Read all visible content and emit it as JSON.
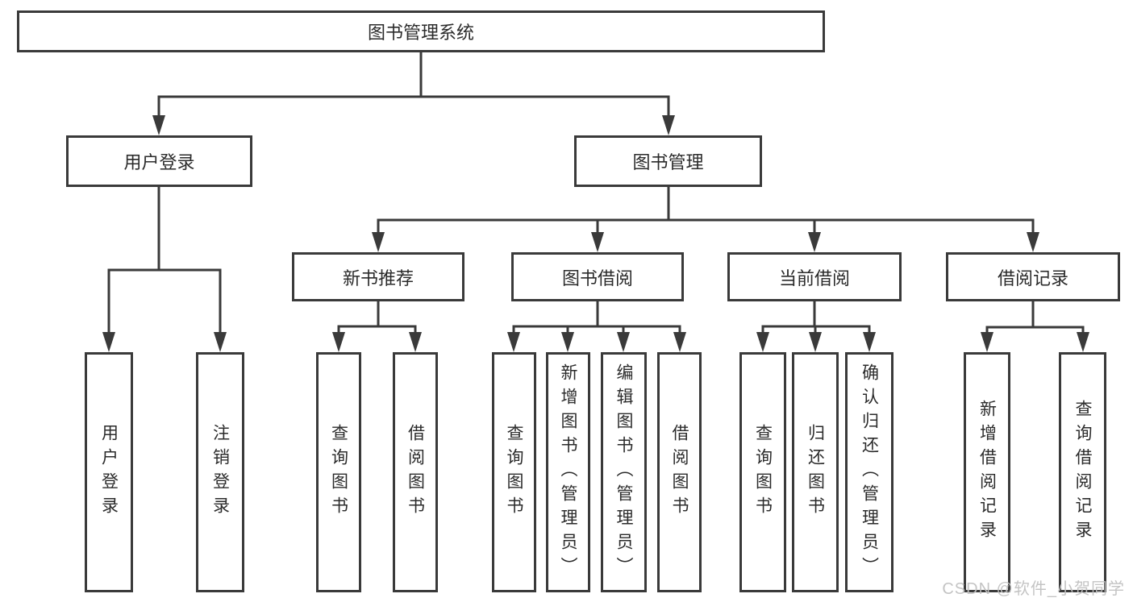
{
  "tree": {
    "root": {
      "label": "图书管理系统"
    },
    "branches": [
      {
        "label": "用户登录",
        "children": [
          {
            "label": "用户登录"
          },
          {
            "label": "注销登录"
          }
        ]
      },
      {
        "label": "图书管理",
        "children": [
          {
            "label": "新书推荐",
            "children": [
              {
                "label": "查询图书"
              },
              {
                "label": "借阅图书"
              }
            ]
          },
          {
            "label": "图书借阅",
            "children": [
              {
                "label": "查询图书"
              },
              {
                "label": "新增图书（管理员）"
              },
              {
                "label": "编辑图书（管理员）"
              },
              {
                "label": "借阅图书"
              }
            ]
          },
          {
            "label": "当前借阅",
            "children": [
              {
                "label": "查询图书"
              },
              {
                "label": "归还图书"
              },
              {
                "label": "确认归还（管理员）"
              }
            ]
          },
          {
            "label": "借阅记录",
            "children": [
              {
                "label": "新增借阅记录"
              },
              {
                "label": "查询借阅记录"
              }
            ]
          }
        ]
      }
    ]
  },
  "watermark": "CSDN @软件_小贺同学",
  "colors": {
    "line": "#3a3a3a",
    "box_border": "#3a3a3a",
    "text": "#2b2b2b",
    "watermark": "#c1c1c1",
    "background": "#ffffff"
  }
}
